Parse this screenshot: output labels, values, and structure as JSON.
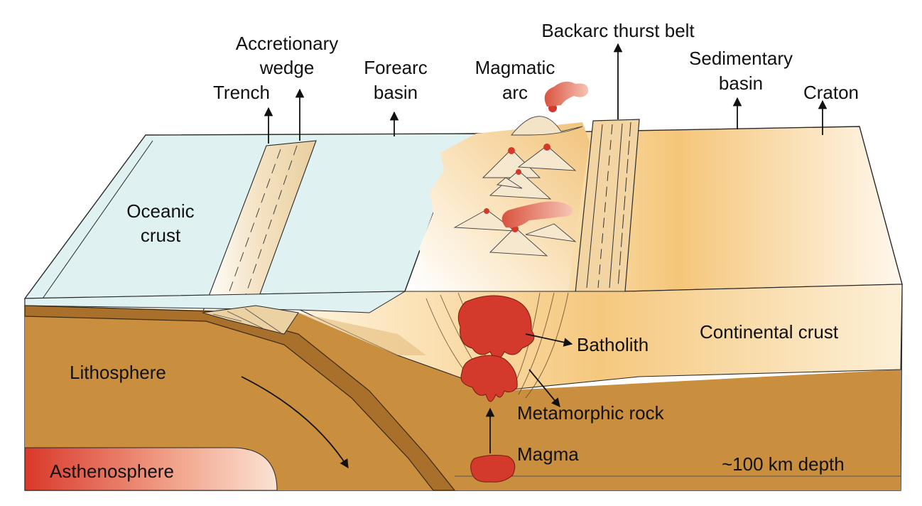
{
  "labels": {
    "accretionary_wedge": [
      "Accretionary",
      "wedge"
    ],
    "trench": "Trench",
    "forearc_basin": [
      "Forearc",
      "basin"
    ],
    "magmatic_arc": [
      "Magmatic",
      "arc"
    ],
    "backarc_thrust_belt": "Backarc thurst belt",
    "sedimentary_basin": [
      "Sedimentary",
      "basin"
    ],
    "craton": "Craton",
    "oceanic_crust": [
      "Oceanic",
      "crust"
    ],
    "batholith": "Batholith",
    "continental_crust": "Continental crust",
    "lithosphere": "Lithosphere",
    "metamorphic_rock": "Metamorphic rock",
    "magma": "Magma",
    "asthenosphere": "Asthenosphere",
    "depth": "~100 km depth"
  },
  "colors": {
    "ocean": "#dff1f1",
    "continent_light": "#fdf3e2",
    "continent_mid": "#f6d9a6",
    "continent_dark": "#f0c170",
    "lithosphere": "#c98e3e",
    "lithosphere_dark": "#a8702a",
    "magma": "#d43a2c",
    "asthenosphere": "#d9382a"
  }
}
